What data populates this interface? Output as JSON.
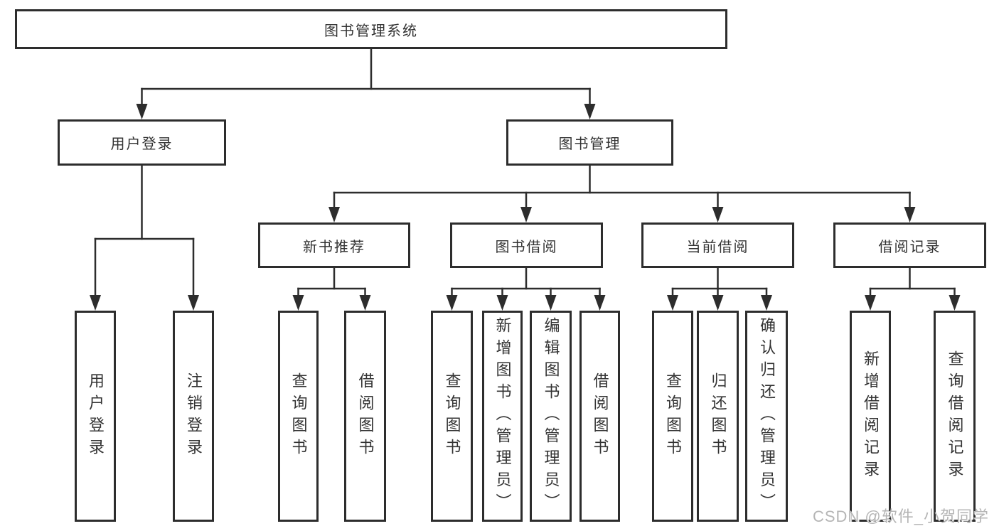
{
  "tree": {
    "root": {
      "label": "图书管理系统"
    },
    "branches": [
      {
        "label": "用户登录",
        "leaves": [
          {
            "label": "用户登录"
          },
          {
            "label": "注销登录"
          }
        ]
      },
      {
        "label": "图书管理",
        "groups": [
          {
            "label": "新书推荐",
            "leaves": [
              {
                "label": "查询图书"
              },
              {
                "label": "借阅图书"
              }
            ]
          },
          {
            "label": "图书借阅",
            "leaves": [
              {
                "label": "查询图书"
              },
              {
                "label": "新增图书（管理员）"
              },
              {
                "label": "编辑图书（管理员）"
              },
              {
                "label": "借阅图书"
              }
            ]
          },
          {
            "label": "当前借阅",
            "leaves": [
              {
                "label": "查询图书"
              },
              {
                "label": "归还图书"
              },
              {
                "label": "确认归还（管理员）"
              }
            ]
          },
          {
            "label": "借阅记录",
            "leaves": [
              {
                "label": "新增借阅记录"
              },
              {
                "label": "查询借阅记录"
              }
            ]
          }
        ]
      }
    ]
  },
  "watermark": "CSDN @软件_小贺同学",
  "colors": {
    "line": "#2d2d2d",
    "text": "#333333",
    "box_background": "#ffffff",
    "page_background": "#ffffff",
    "watermark": "#b5b5b5"
  }
}
